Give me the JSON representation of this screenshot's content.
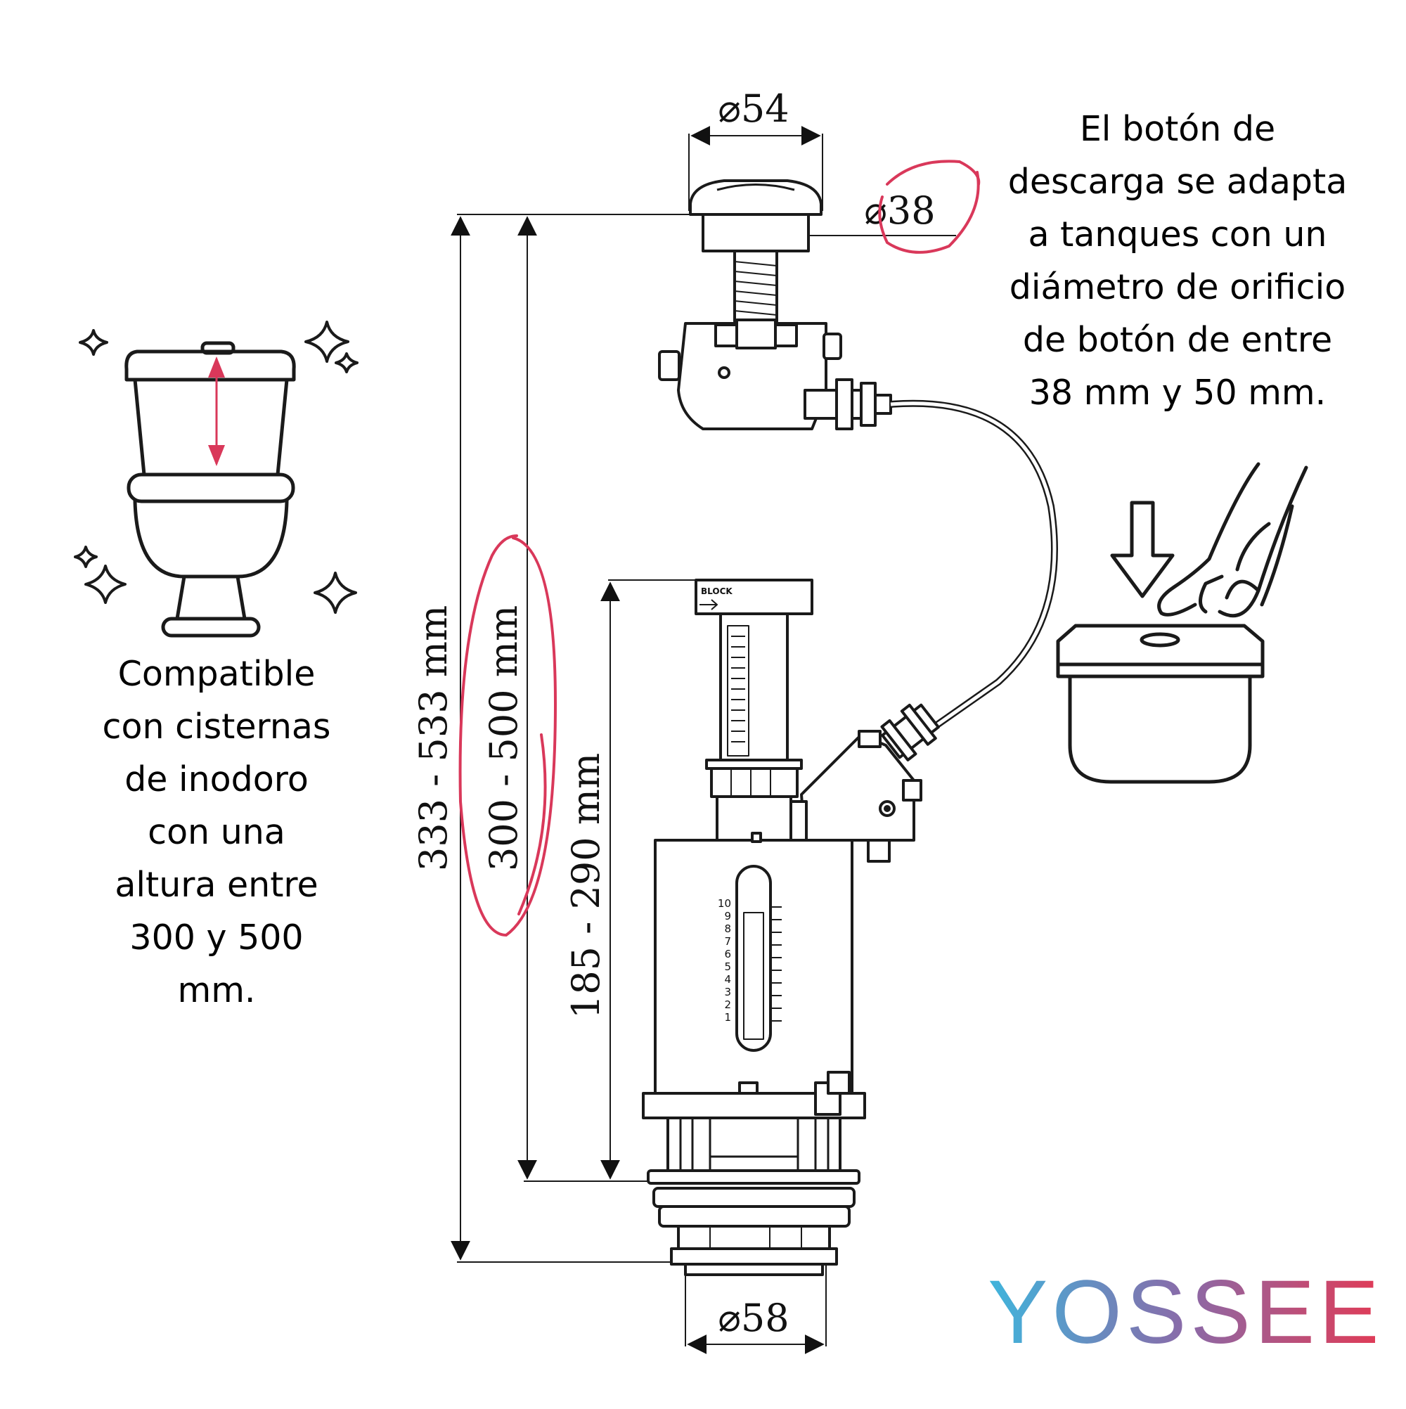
{
  "left_text": {
    "lines": [
      "Compatible",
      "con cisternas",
      "de inodoro",
      "con una",
      "altura entre",
      "300 y 500",
      "mm."
    ]
  },
  "right_text": {
    "lines": [
      "El botón de",
      "descarga se adapta",
      "a tanques con un",
      "diámetro de orificio",
      "de botón de entre",
      "38 mm y 50 mm."
    ]
  },
  "dimensions": {
    "button_diameter": "54",
    "hole_diameter": "38",
    "outlet_diameter": "58",
    "total_height": "333 - 533 mm",
    "tank_height": "300 - 500 mm",
    "valve_height": "185 - 290 mm",
    "diameter_symbol": "⌀"
  },
  "scale": {
    "labels": [
      "10",
      "9",
      "8",
      "7",
      "6",
      "5",
      "4",
      "3",
      "2",
      "1"
    ],
    "block_label": "BLOCK"
  },
  "logo": {
    "text": "YOSSEE"
  },
  "colors": {
    "highlight": "#d9385a",
    "line": "#1a1a1a",
    "logo_gradient": [
      "#3fb5dc",
      "#8a6aa8",
      "#e23a55"
    ]
  },
  "icons": [
    "toilet-icon",
    "sparkle-icon",
    "tank-icon",
    "hand-icon",
    "down-arrow-icon"
  ]
}
